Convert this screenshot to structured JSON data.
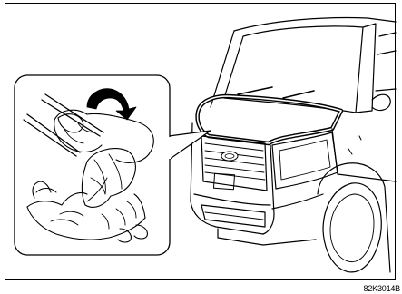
{
  "figure": {
    "code": "82K3014B",
    "colors": {
      "line": "#000000",
      "background": "#ffffff"
    },
    "icons": [
      "car-front-illustration",
      "hand-wiping-cloth-illustration",
      "curved-arrow-icon"
    ]
  }
}
